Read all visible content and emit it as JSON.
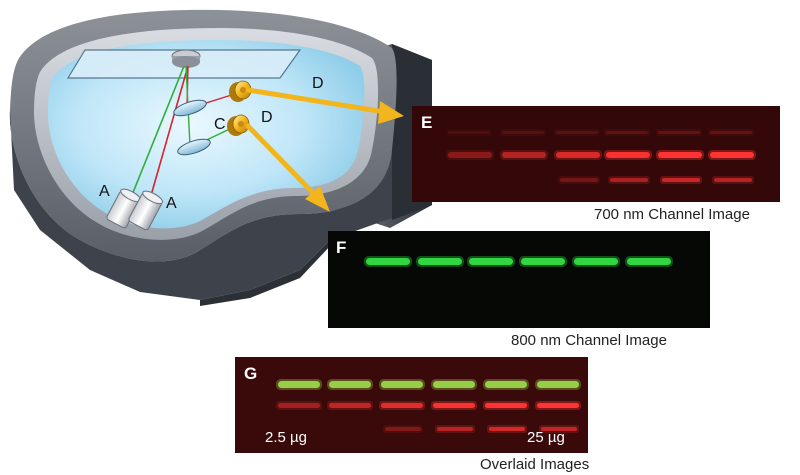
{
  "instrument": {
    "labels": {
      "scanner_a_left": "A",
      "scanner_a_right": "A",
      "optic_c": "C",
      "detector_d_top": "D",
      "detector_d_bottom": "D"
    }
  },
  "panels": {
    "e": {
      "letter": "E",
      "caption": "700 nm Channel Image",
      "band_color": "#ff3333",
      "background": "#3a0a0a"
    },
    "f": {
      "letter": "F",
      "caption": "800 nm Channel Image",
      "band_color": "#33dd44",
      "background": "#050805"
    },
    "g": {
      "letter": "G",
      "caption": "Overlaid Images",
      "left_amount": "2.5 µg",
      "right_amount": "25 µg",
      "background": "#3a0a0a"
    }
  },
  "colors": {
    "arrow": "#f2b51c",
    "red_laser": "#d8222a",
    "green_laser": "#2fae3a"
  }
}
